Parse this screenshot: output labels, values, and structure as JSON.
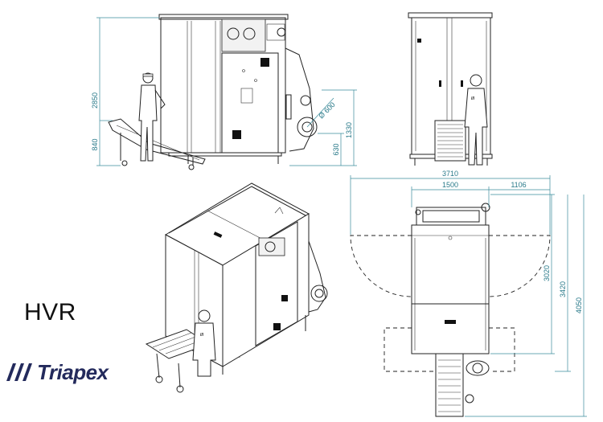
{
  "model": {
    "name": "HVR"
  },
  "brand": {
    "name": "Triapex"
  },
  "colors": {
    "brand": "#232a5c",
    "dimension": "#2a7a8a",
    "line": "#222222"
  },
  "dimensions": {
    "side_view": {
      "height_total": "2850",
      "height_conveyor": "840",
      "height_outlet": "1330",
      "height_lower": "630",
      "diameter": "Ø 600"
    },
    "top_view": {
      "width_total": "3710",
      "width_left": "1500",
      "width_right": "1106",
      "depth_1": "3020",
      "depth_2": "3420",
      "depth_3": "4050"
    }
  }
}
